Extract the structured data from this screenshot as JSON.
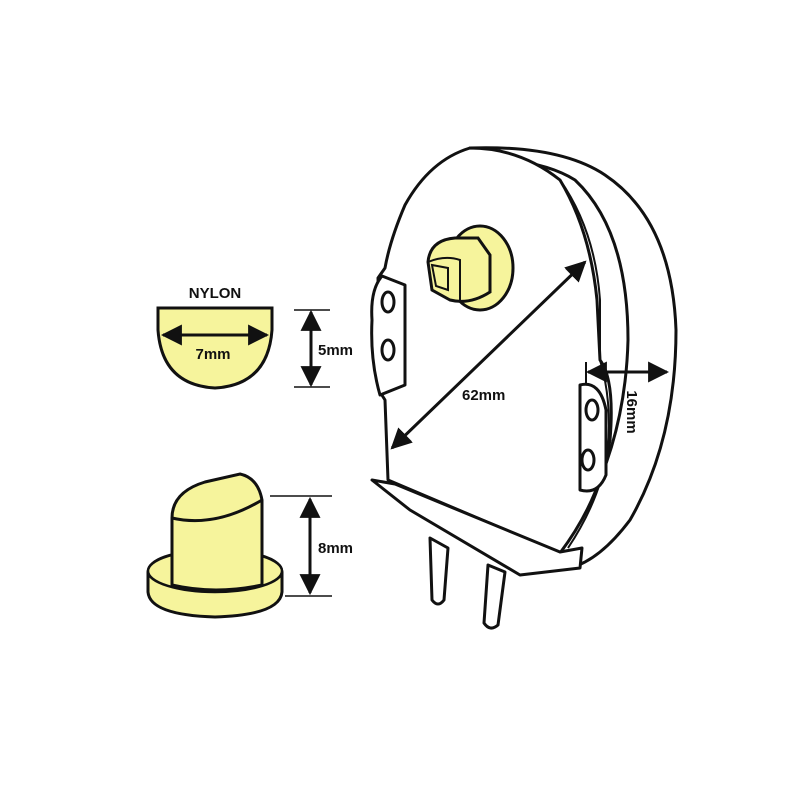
{
  "colors": {
    "nylon_fill": "#f6f49c",
    "outline": "#111111",
    "background": "#ffffff"
  },
  "labels": {
    "material": "NYLON",
    "shaft_width": "7mm",
    "shaft_depth": "5mm",
    "shaft_height": "8mm",
    "motor_diameter": "62mm",
    "motor_thickness": "16mm"
  }
}
